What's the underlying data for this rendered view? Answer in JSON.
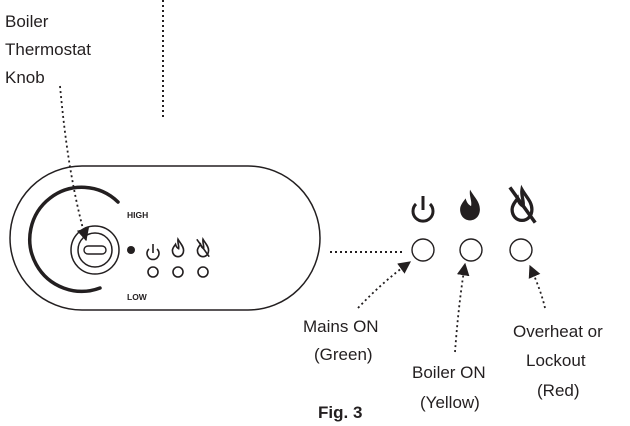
{
  "knob_label": [
    "Boiler",
    "Thermostat",
    "Knob"
  ],
  "panel": {
    "high_label": "HIGH",
    "low_label": "LOW"
  },
  "indicators": [
    {
      "icon": "power-icon",
      "label_lines": [
        "Mains ON",
        "(Green)"
      ]
    },
    {
      "icon": "flame-icon",
      "label_lines": [
        "Boiler ON",
        "(Yellow)"
      ]
    },
    {
      "icon": "flame-crossed-icon",
      "label_lines": [
        "Overheat or",
        "Lockout",
        "(Red)"
      ]
    }
  ],
  "figure_caption": "Fig. 3",
  "colors": {
    "ink": "#231f20",
    "background": "#ffffff"
  }
}
